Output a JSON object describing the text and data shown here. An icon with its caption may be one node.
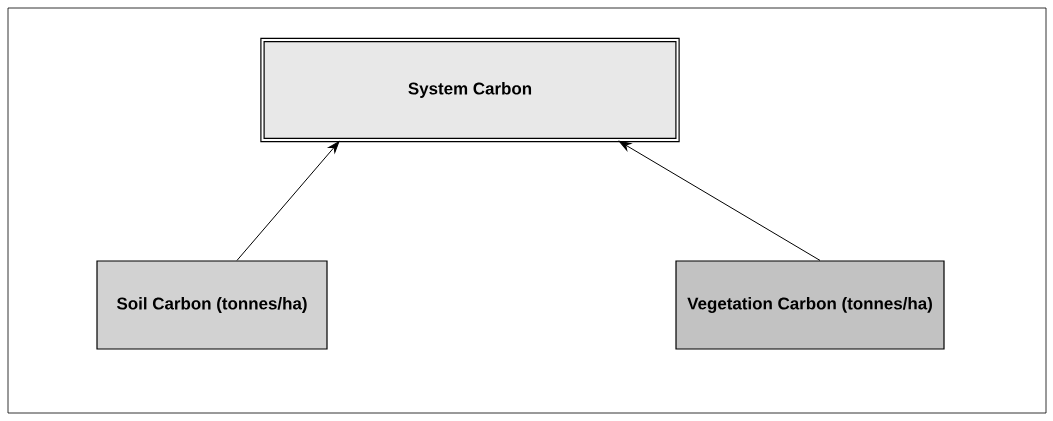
{
  "diagram": {
    "nodes": [
      {
        "text": [
          "System Carbon"
        ]
      },
      {
        "text": [
          "Soil Carbon (tonnes/ha)"
        ]
      },
      {
        "text": [
          "Vegetation Carbon (tonnes/ha)"
        ]
      }
    ],
    "edges": [
      {
        "from": 1,
        "to": 0,
        "arrow": "to"
      },
      {
        "from": 2,
        "to": 0,
        "arrow": "to"
      }
    ]
  }
}
